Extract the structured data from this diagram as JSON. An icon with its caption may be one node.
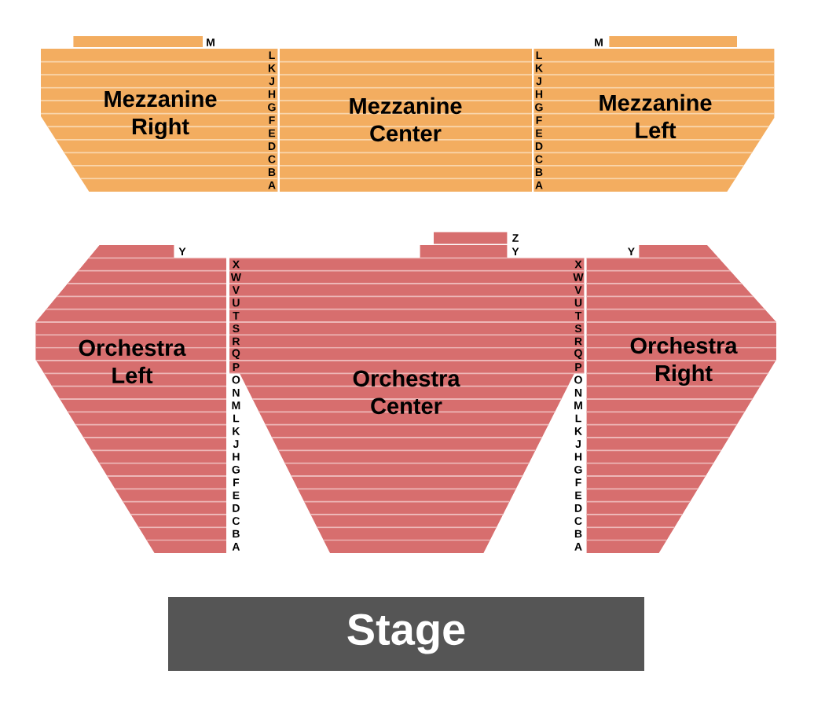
{
  "diagram": {
    "nodes": [
      {
        "text": [
          "Mezzanine Right"
        ]
      },
      {
        "text": [
          "Mezzanine Center"
        ]
      },
      {
        "text": [
          "Mezzanine Left"
        ]
      },
      {
        "text": [
          "Orchestra Left"
        ]
      },
      {
        "text": [
          "Orchestra Center"
        ]
      },
      {
        "text": [
          "Orchestra Right"
        ]
      },
      {
        "text": [
          "Stage"
        ]
      }
    ],
    "labels": [
      "M",
      "M",
      "L",
      "L",
      "K",
      "K",
      "J",
      "J",
      "H",
      "H",
      "G",
      "G",
      "F",
      "F",
      "E",
      "E",
      "D",
      "D",
      "C",
      "C",
      "B",
      "B",
      "A",
      "A",
      "Z",
      "Y",
      "Y",
      "Y",
      "X",
      "X",
      "W",
      "W",
      "V",
      "V",
      "U",
      "U",
      "T",
      "T",
      "S",
      "S",
      "R",
      "R",
      "Q",
      "Q",
      "P",
      "P",
      "O",
      "O",
      "N",
      "N",
      "M",
      "M",
      "L",
      "L",
      "K",
      "K",
      "J",
      "J",
      "H",
      "H",
      "G",
      "G",
      "F",
      "F",
      "E",
      "E",
      "D",
      "D",
      "C",
      "C",
      "B",
      "B",
      "A",
      "A"
    ]
  }
}
